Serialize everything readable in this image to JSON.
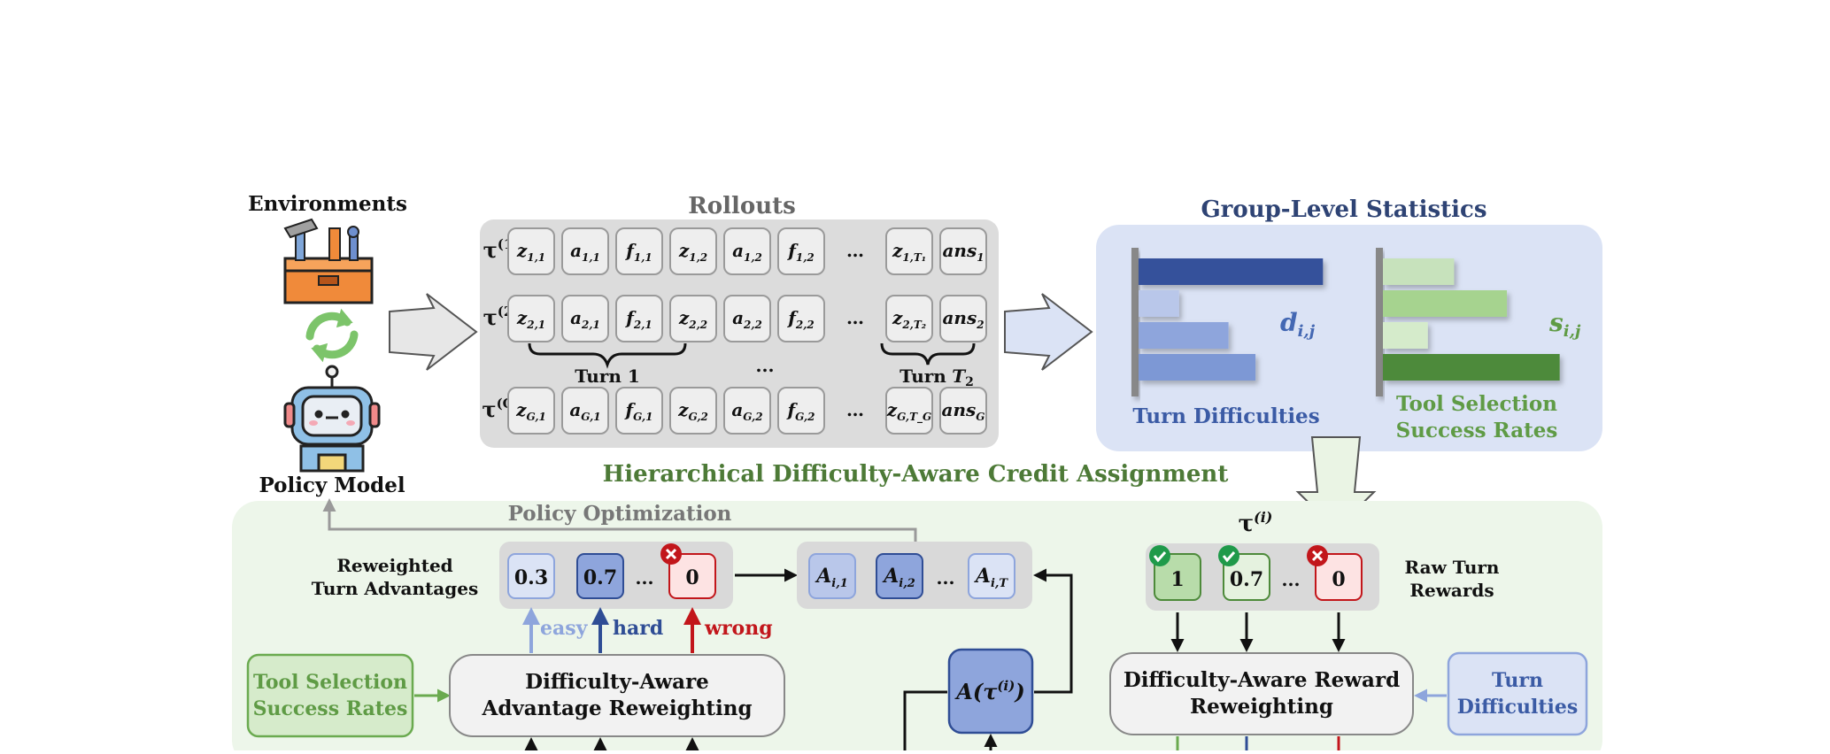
{
  "environments_label": "Environments",
  "policy_model_label": "Policy Model",
  "rollouts": {
    "title": "Rollouts",
    "rows": [
      {
        "traj": "τ",
        "sup": "(1)",
        "tokens": [
          [
            "z",
            "1,1"
          ],
          [
            "a",
            "1,1"
          ],
          [
            "f",
            "1,1"
          ],
          [
            "z",
            "1,2"
          ],
          [
            "a",
            "1,2"
          ],
          [
            "f",
            "1,2"
          ],
          [
            "…",
            ""
          ],
          [
            "z",
            "1,T₁"
          ],
          [
            "ans",
            "1"
          ]
        ]
      },
      {
        "traj": "τ",
        "sup": "(2)",
        "tokens": [
          [
            "z",
            "2,1"
          ],
          [
            "a",
            "2,1"
          ],
          [
            "f",
            "2,1"
          ],
          [
            "z",
            "2,2"
          ],
          [
            "a",
            "2,2"
          ],
          [
            "f",
            "2,2"
          ],
          [
            "…",
            ""
          ],
          [
            "z",
            "2,T₂"
          ],
          [
            "ans",
            "2"
          ]
        ]
      },
      {
        "traj": "τ",
        "sup": "(G)",
        "tokens": [
          [
            "z",
            "G,1"
          ],
          [
            "a",
            "G,1"
          ],
          [
            "f",
            "G,1"
          ],
          [
            "z",
            "G,2"
          ],
          [
            "a",
            "G,2"
          ],
          [
            "f",
            "G,2"
          ],
          [
            "…",
            ""
          ],
          [
            "z",
            "G,T_G"
          ],
          [
            "ans",
            "G"
          ]
        ]
      }
    ],
    "turn1": "Turn 1",
    "turn_mid": "...",
    "turn2": "Turn",
    "turn2_italic": "T",
    "turn2_sub": "2"
  },
  "stats": {
    "title": "Group-Level Statistics",
    "difficulty_label": "Turn Difficulties",
    "difficulty_symbol": "d",
    "difficulty_sub": "i,j",
    "success_label_1": "Tool Selection",
    "success_label_2": "Success Rates",
    "success_symbol": "s",
    "success_sub": "i,j",
    "difficulty_bars": [
      0.82,
      0.18,
      0.4,
      0.52
    ],
    "success_bars": [
      0.27,
      0.47,
      0.17,
      0.67
    ],
    "difficulty_colors": [
      "#34519b",
      "#b9c7ea",
      "#8ea5dc",
      "#7d98d5"
    ],
    "success_colors": [
      "#c7e2bc",
      "#a6d38f",
      "#d5ebcb",
      "#4d8a3a"
    ]
  },
  "credit": {
    "title": "Hierarchical Difficulty-Aware Credit Assignment",
    "policy_opt": "Policy Optimization",
    "reweighted_1": "Reweighted",
    "reweighted_2": "Turn Advantages",
    "adv_values": [
      "0.3",
      "0.7",
      "...",
      "0"
    ],
    "adv_seq": [
      [
        "A",
        "i,1"
      ],
      [
        "A",
        "i,2"
      ],
      [
        "...",
        ""
      ],
      [
        "A",
        "i,T"
      ]
    ],
    "easy": "easy",
    "hard": "hard",
    "wrong": "wrong",
    "tool_sel_1": "Tool Selection",
    "tool_sel_2": "Success Rates",
    "adv_box_1": "Difficulty-Aware",
    "adv_box_2": "Advantage Reweighting",
    "a_tau": "A(τ",
    "a_tau_sup": "(i)",
    "a_tau_close": ")",
    "tau_i": "τ",
    "tau_i_sup": "(i)",
    "raw_values": [
      "1",
      "0.7",
      "...",
      "0"
    ],
    "raw_1": "Raw Turn",
    "raw_2": "Rewards",
    "rew_box_1": "Difficulty-Aware Reward",
    "rew_box_2": "Reweighting",
    "turn_diff_1": "Turn",
    "turn_diff_2": "Difficulties"
  }
}
